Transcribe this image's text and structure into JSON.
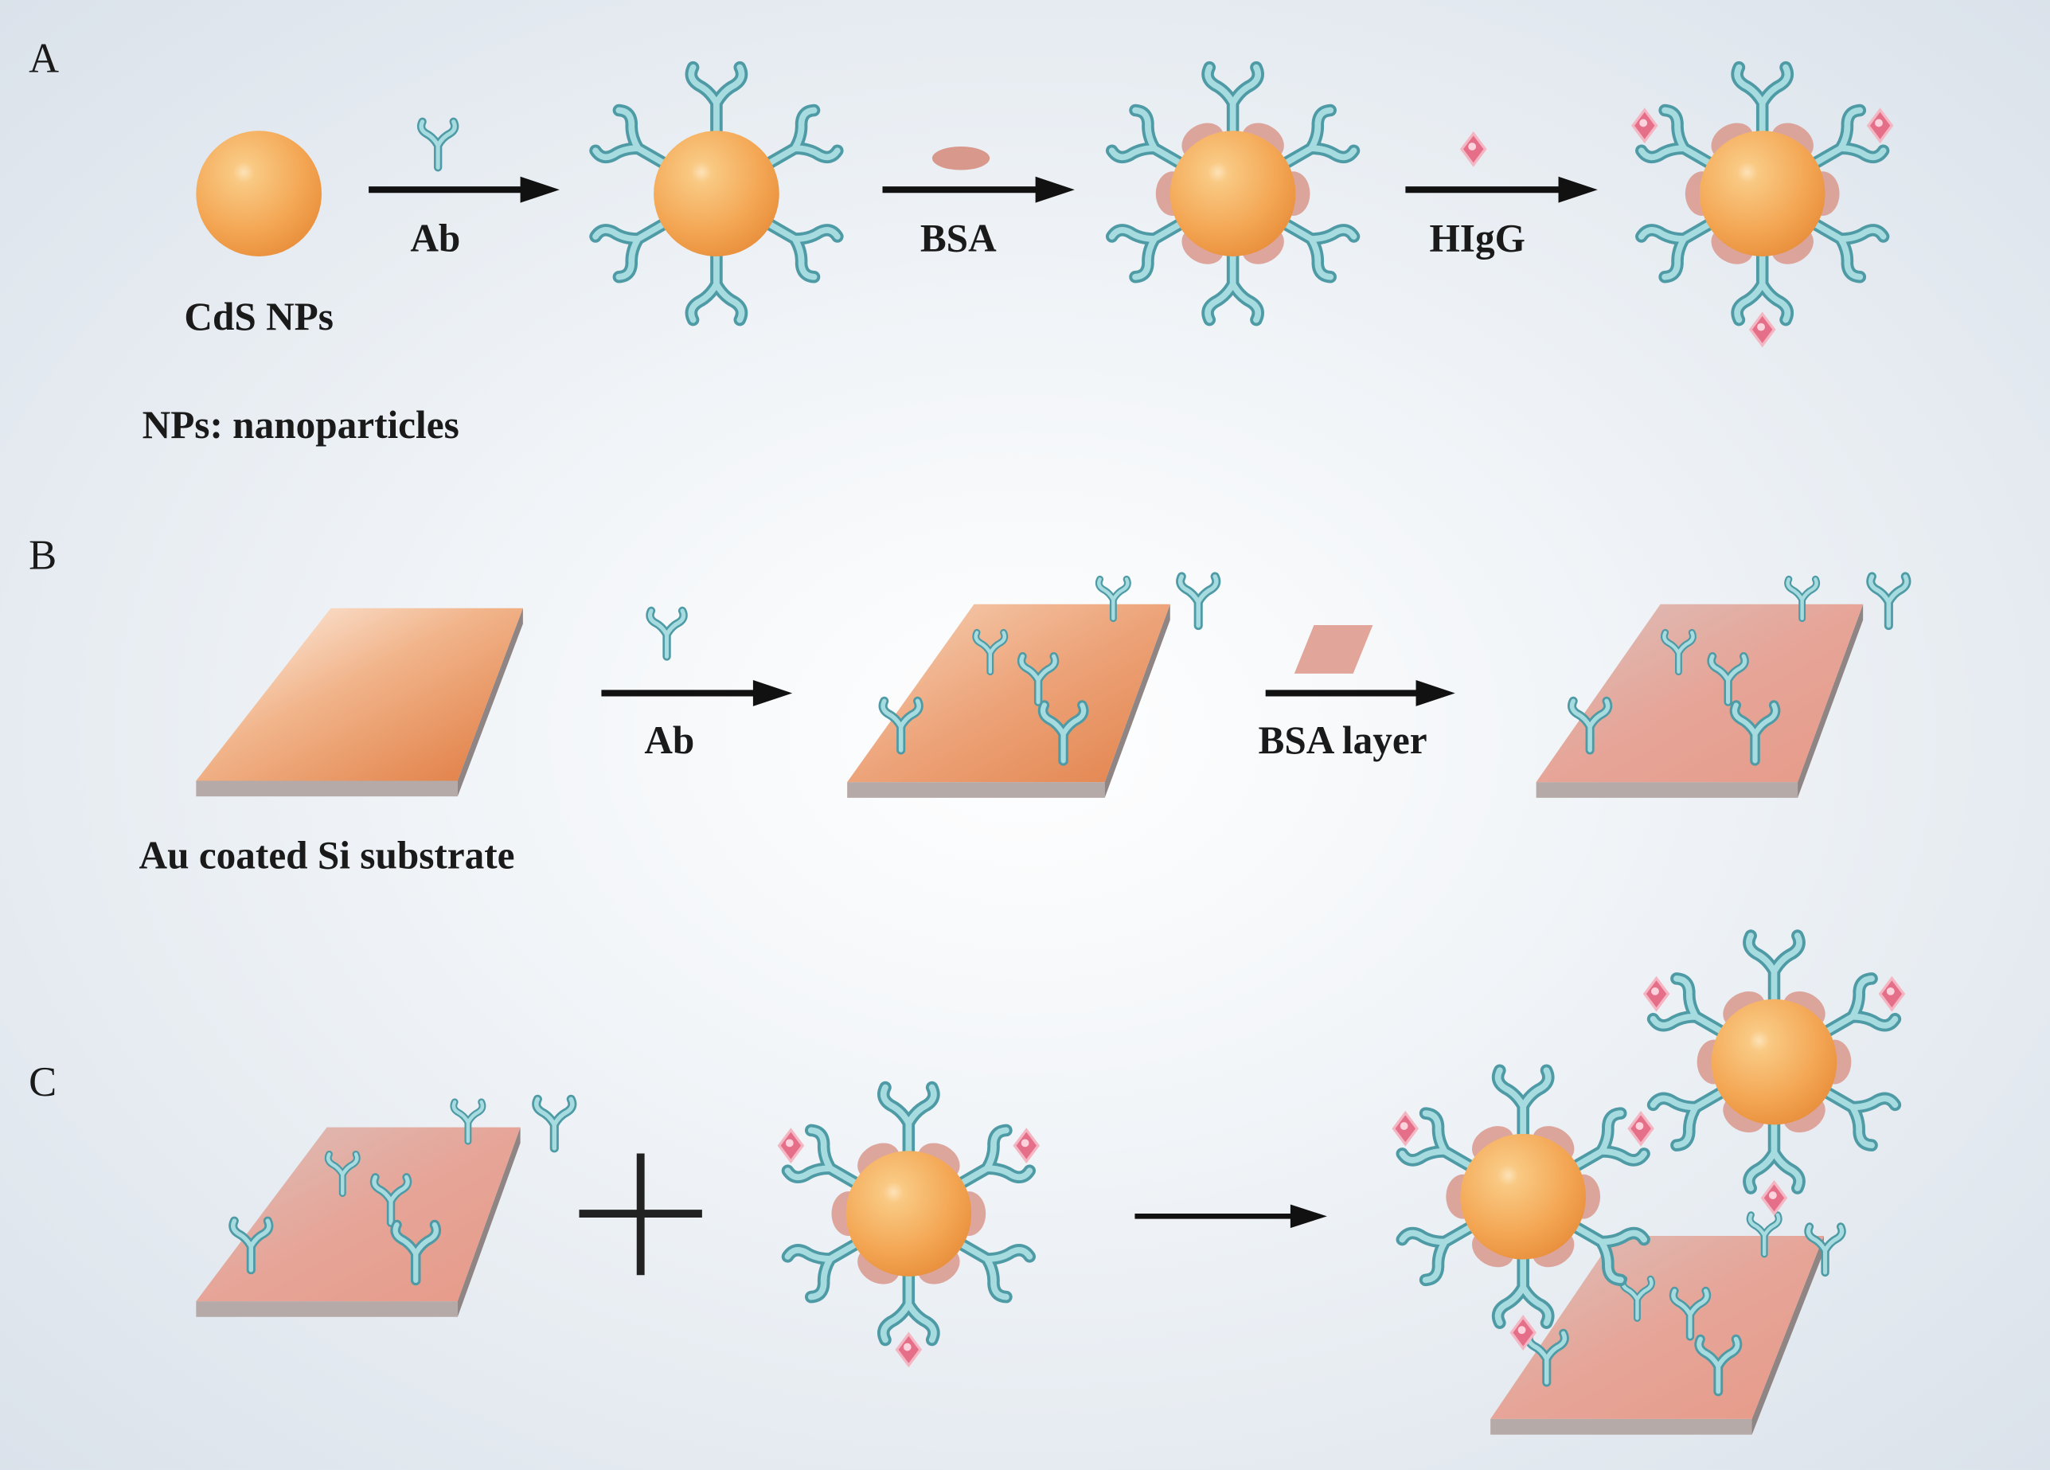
{
  "panels": {
    "a": "A",
    "b": "B",
    "c": "C"
  },
  "panel_a": {
    "nanoparticle_label": "CdS NPs",
    "legend_note": "NPs: nanoparticles",
    "step1_label": "Ab",
    "step2_label": "BSA",
    "step3_label": "HIgG"
  },
  "panel_b": {
    "substrate_label": "Au coated Si substrate",
    "step1_label": "Ab",
    "step2_label": "BSA layer"
  },
  "colors": {
    "nanoparticle": "#f3a552",
    "antibody": "#8fcfd6",
    "bsa": "#d9988c",
    "antigen": "#e8788e",
    "gold_substrate": "#e8905a",
    "bsa_substrate": "#e49a8e"
  }
}
